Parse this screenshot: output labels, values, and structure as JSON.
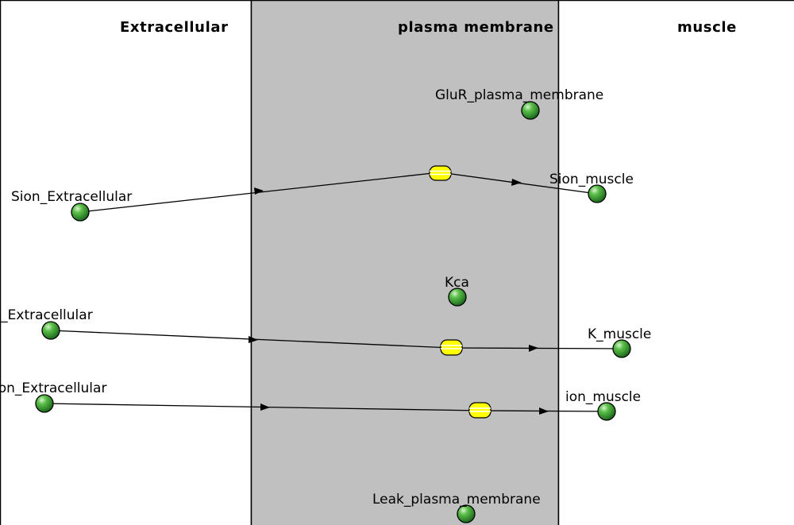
{
  "compartments": {
    "extracellular": "Extracellular",
    "plasma_membrane": "plasma membrane",
    "muscle": "muscle"
  },
  "species": {
    "glur_pm": "GluR_plasma_membrane",
    "sion_ec": "Sion_Extracellular",
    "sion_muscle": "Sion_muscle",
    "kca": "Kca",
    "k_ec": "K_Extracellular",
    "k_muscle": "K_muscle",
    "ion_ec": "ion_Extracellular",
    "ion_muscle": "ion_muscle",
    "leak_pm": "Leak_plasma_membrane"
  },
  "colors": {
    "membrane_fill": "#c0c0c0",
    "species_fill": "#2e8b2e",
    "channel_fill": "#ffff00"
  }
}
